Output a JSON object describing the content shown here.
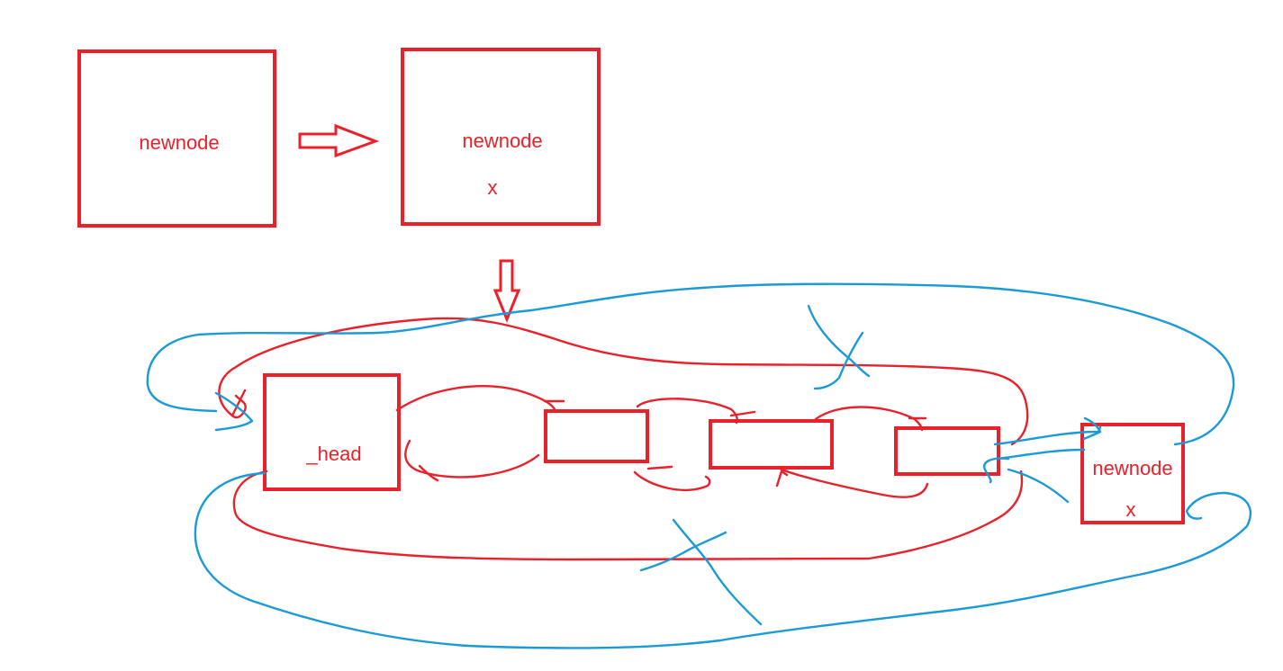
{
  "nodes": {
    "step1": {
      "label": "newnode"
    },
    "step2": {
      "label": "newnode",
      "value": "x"
    },
    "head": {
      "label": "_head"
    },
    "inserted": {
      "label": "newnode",
      "value": "x"
    }
  },
  "colors": {
    "box": "#e8212b",
    "old_links": "#e8212b",
    "new_links": "#1a9ad6",
    "background": "#ffffff"
  }
}
